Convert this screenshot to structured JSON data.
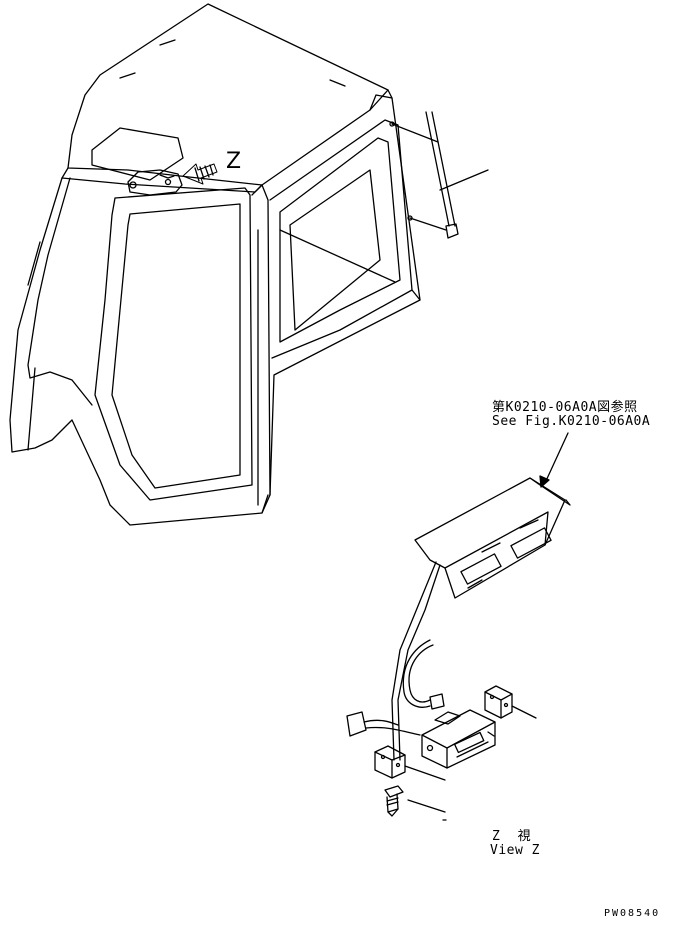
{
  "labels": {
    "reference_jp": "第K0210-06A0A図参照",
    "reference_en": "See Fig.K0210-06A0A",
    "view_marker": "Z",
    "view_jp": "Z 視",
    "view_en": "View Z",
    "drawing_code": "PW08540"
  }
}
